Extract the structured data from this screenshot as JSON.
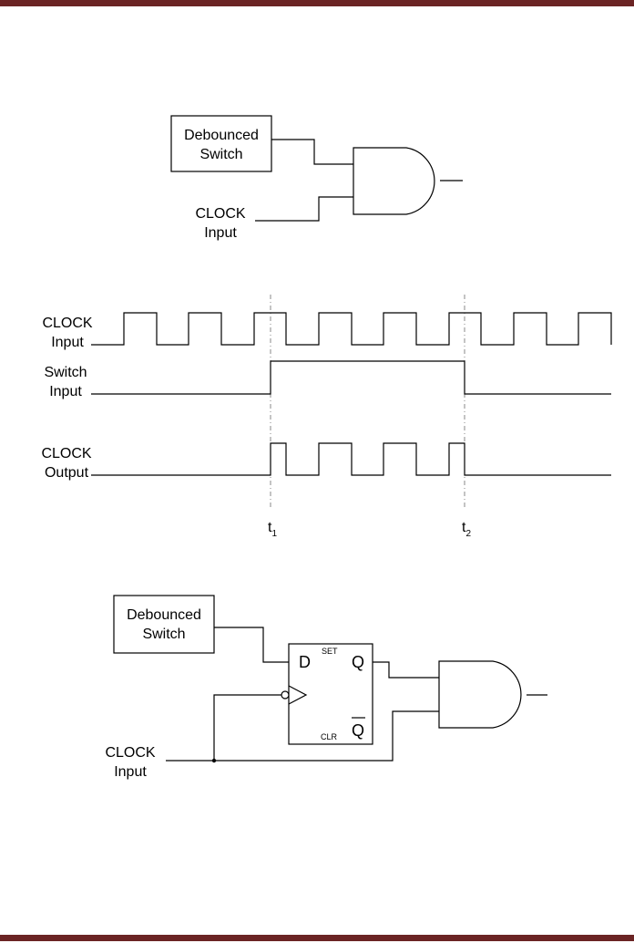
{
  "colors": {
    "page_bar": "#6b2424"
  },
  "figure1": {
    "switch_line1": "Debounced",
    "switch_line2": "Switch",
    "clock_line1": "CLOCK",
    "clock_line2": "Input"
  },
  "timing": {
    "clock_input_line1": "CLOCK",
    "clock_input_line2": "Input",
    "switch_input_line1": "Switch",
    "switch_input_line2": "Input",
    "clock_output_line1": "CLOCK",
    "clock_output_line2": "Output",
    "t1_base": "t",
    "t1_sub": "1",
    "t2_base": "t",
    "t2_sub": "2"
  },
  "figure3": {
    "switch_line1": "Debounced",
    "switch_line2": "Switch",
    "clock_line1": "CLOCK",
    "clock_line2": "Input",
    "ff_d": "D",
    "ff_q": "Q",
    "ff_qbar": "Q",
    "ff_set": "SET",
    "ff_clr": "CLR"
  }
}
